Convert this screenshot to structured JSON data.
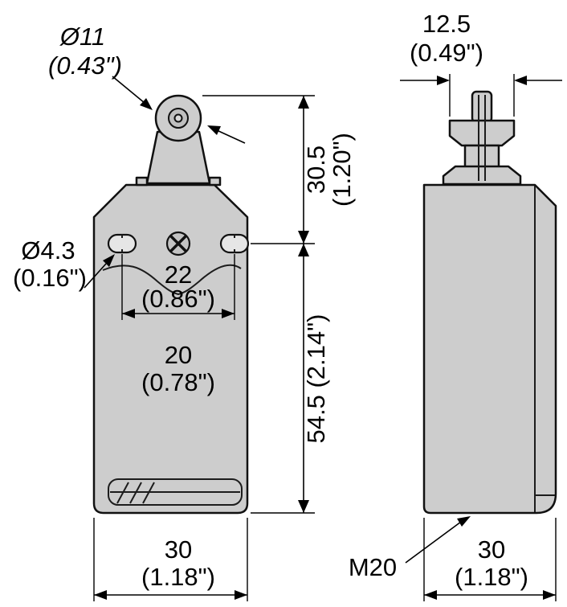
{
  "drawing": {
    "type": "limit-switch-dimension-drawing",
    "views": [
      "front-view-roller-plunger",
      "side-view"
    ]
  },
  "dimensions": {
    "roller_diameter": {
      "value": "Ø11",
      "inches": "(0.43\")"
    },
    "plunger_head_width": {
      "value": "12.5",
      "inches": "(0.49\")"
    },
    "head_height": {
      "value": "30.5",
      "inches": "(1.20\")"
    },
    "fixing_hole_diameter": {
      "value": "Ø4.3",
      "inches": "(0.16\")"
    },
    "hole_spacing_horizontal": {
      "value": "22",
      "inches": "(0.86\")"
    },
    "hole_spacing_vertical": {
      "value": "20",
      "inches": "(0.78\")"
    },
    "body_height": {
      "combined": "54.5 (2.14\")"
    },
    "front_width": {
      "value": "30",
      "inches": "(1.18\")"
    },
    "side_depth": {
      "value": "30",
      "inches": "(1.18\")"
    },
    "conduit_thread": {
      "value": "M20"
    }
  },
  "colors": {
    "body_fill": "#cdcdcd",
    "line": "#000000",
    "background": "#ffffff"
  }
}
